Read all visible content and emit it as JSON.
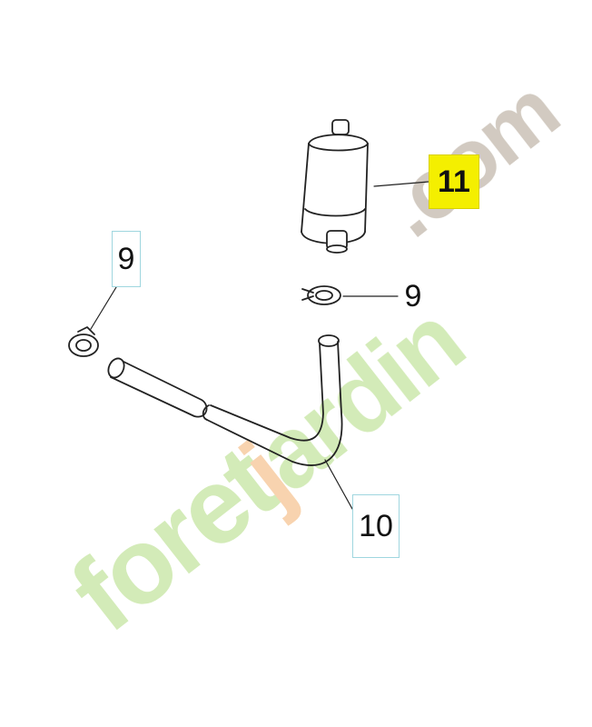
{
  "diagram": {
    "parts": [
      {
        "ref": "11",
        "part": "fuel-filter",
        "highlighted": true
      },
      {
        "ref": "9",
        "part": "hose-clamp-upper"
      },
      {
        "ref": "9",
        "part": "hose-clamp-left"
      },
      {
        "ref": "10",
        "part": "fuel-hose"
      }
    ],
    "callouts": {
      "filter": "11",
      "clamp_right": "9",
      "clamp_left": "9",
      "hose": "10"
    }
  },
  "watermark": {
    "text": "foretjardin.com",
    "colors": {
      "green": "#c9e6a6",
      "orange": "#f6c79a",
      "gray": "#c8bfb3"
    }
  },
  "colors": {
    "highlight": "#f4ef00",
    "box_border": "#9fd6df",
    "line": "#222222"
  }
}
